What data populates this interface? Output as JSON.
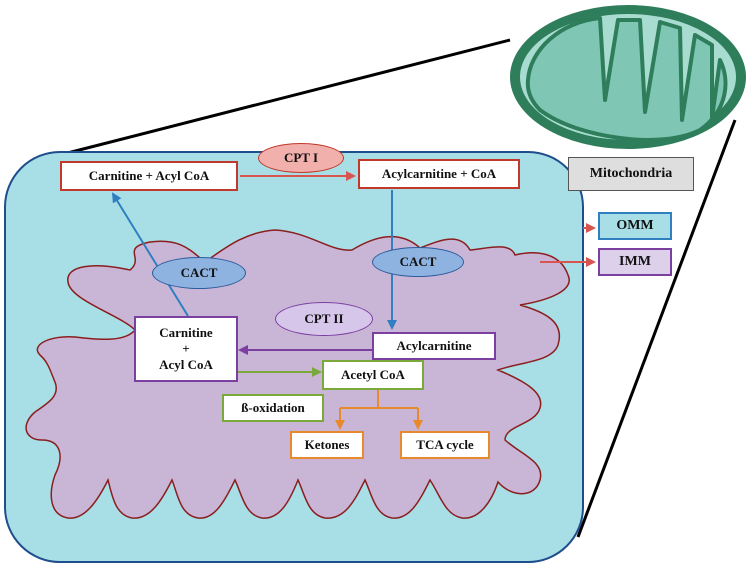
{
  "colors": {
    "cell_fill": "#a8dfe6",
    "cell_border": "#1f4e8c",
    "matrix_fill": "#c9b6d6",
    "matrix_border": "#8b1e1e",
    "red_box": "#c0392b",
    "purple_box": "#7b3fa0",
    "green_box": "#7aa83a",
    "orange_box": "#e8892e",
    "blue_arrow": "#2f7fc1",
    "red_arrow": "#d9534f",
    "purple_arrow": "#7b3fa0",
    "green_arrow": "#7aa83a",
    "orange_arrow": "#e8892e",
    "cact_fill": "#8fb3e0",
    "cpt_fill": "#f2b0ad",
    "cpt2_fill": "#d6c6ea",
    "mito_outer": "#2e7d5b",
    "mito_inner": "#7fc6b5"
  },
  "labels": {
    "carnitine_acyl_coa_top": "Carnitine + Acyl CoA",
    "acylcarnitine_coa": "Acylcarnitine + CoA",
    "cpt1": "CPT I",
    "cact_left": "CACT",
    "cact_right": "CACT",
    "cpt2": "CPT II",
    "carnitine_left": [
      "Carnitine",
      "+",
      "Acyl CoA"
    ],
    "acylcarnitine": "Acylcarnitine",
    "acetyl_coa": "Acetyl CoA",
    "beta_oxidation": "ß-oxidation",
    "ketones": "Ketones",
    "tca_cycle": "TCA cycle",
    "omm": "OMM",
    "imm": "IMM",
    "mitochondria": "Mitochondria"
  }
}
